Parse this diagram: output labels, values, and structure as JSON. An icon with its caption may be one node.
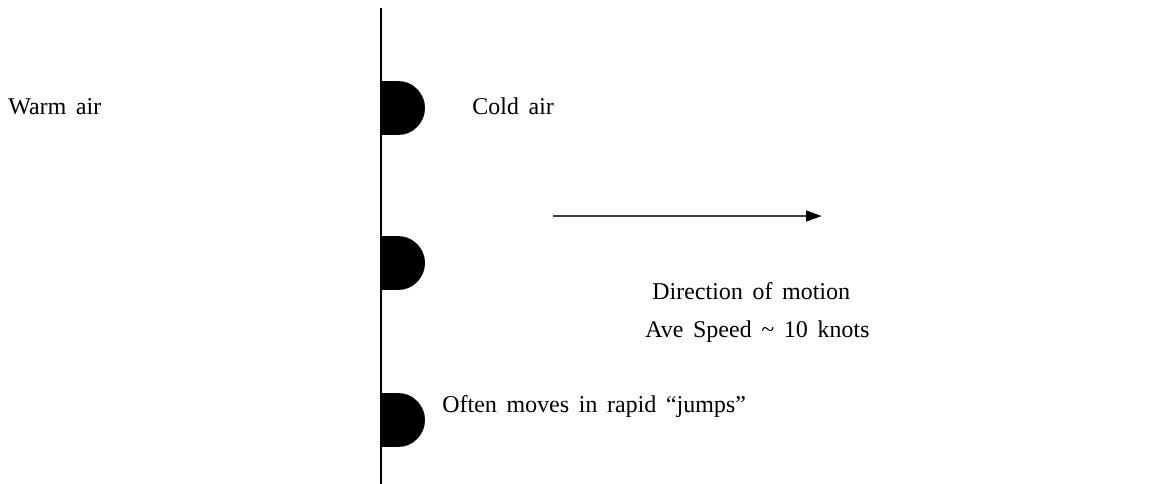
{
  "diagram": {
    "labels": [
      "Warm air",
      "Cold air",
      "Direction of motion",
      "Ave Speed ~ 10 knots",
      "Often moves in rapid “jumps”"
    ]
  }
}
